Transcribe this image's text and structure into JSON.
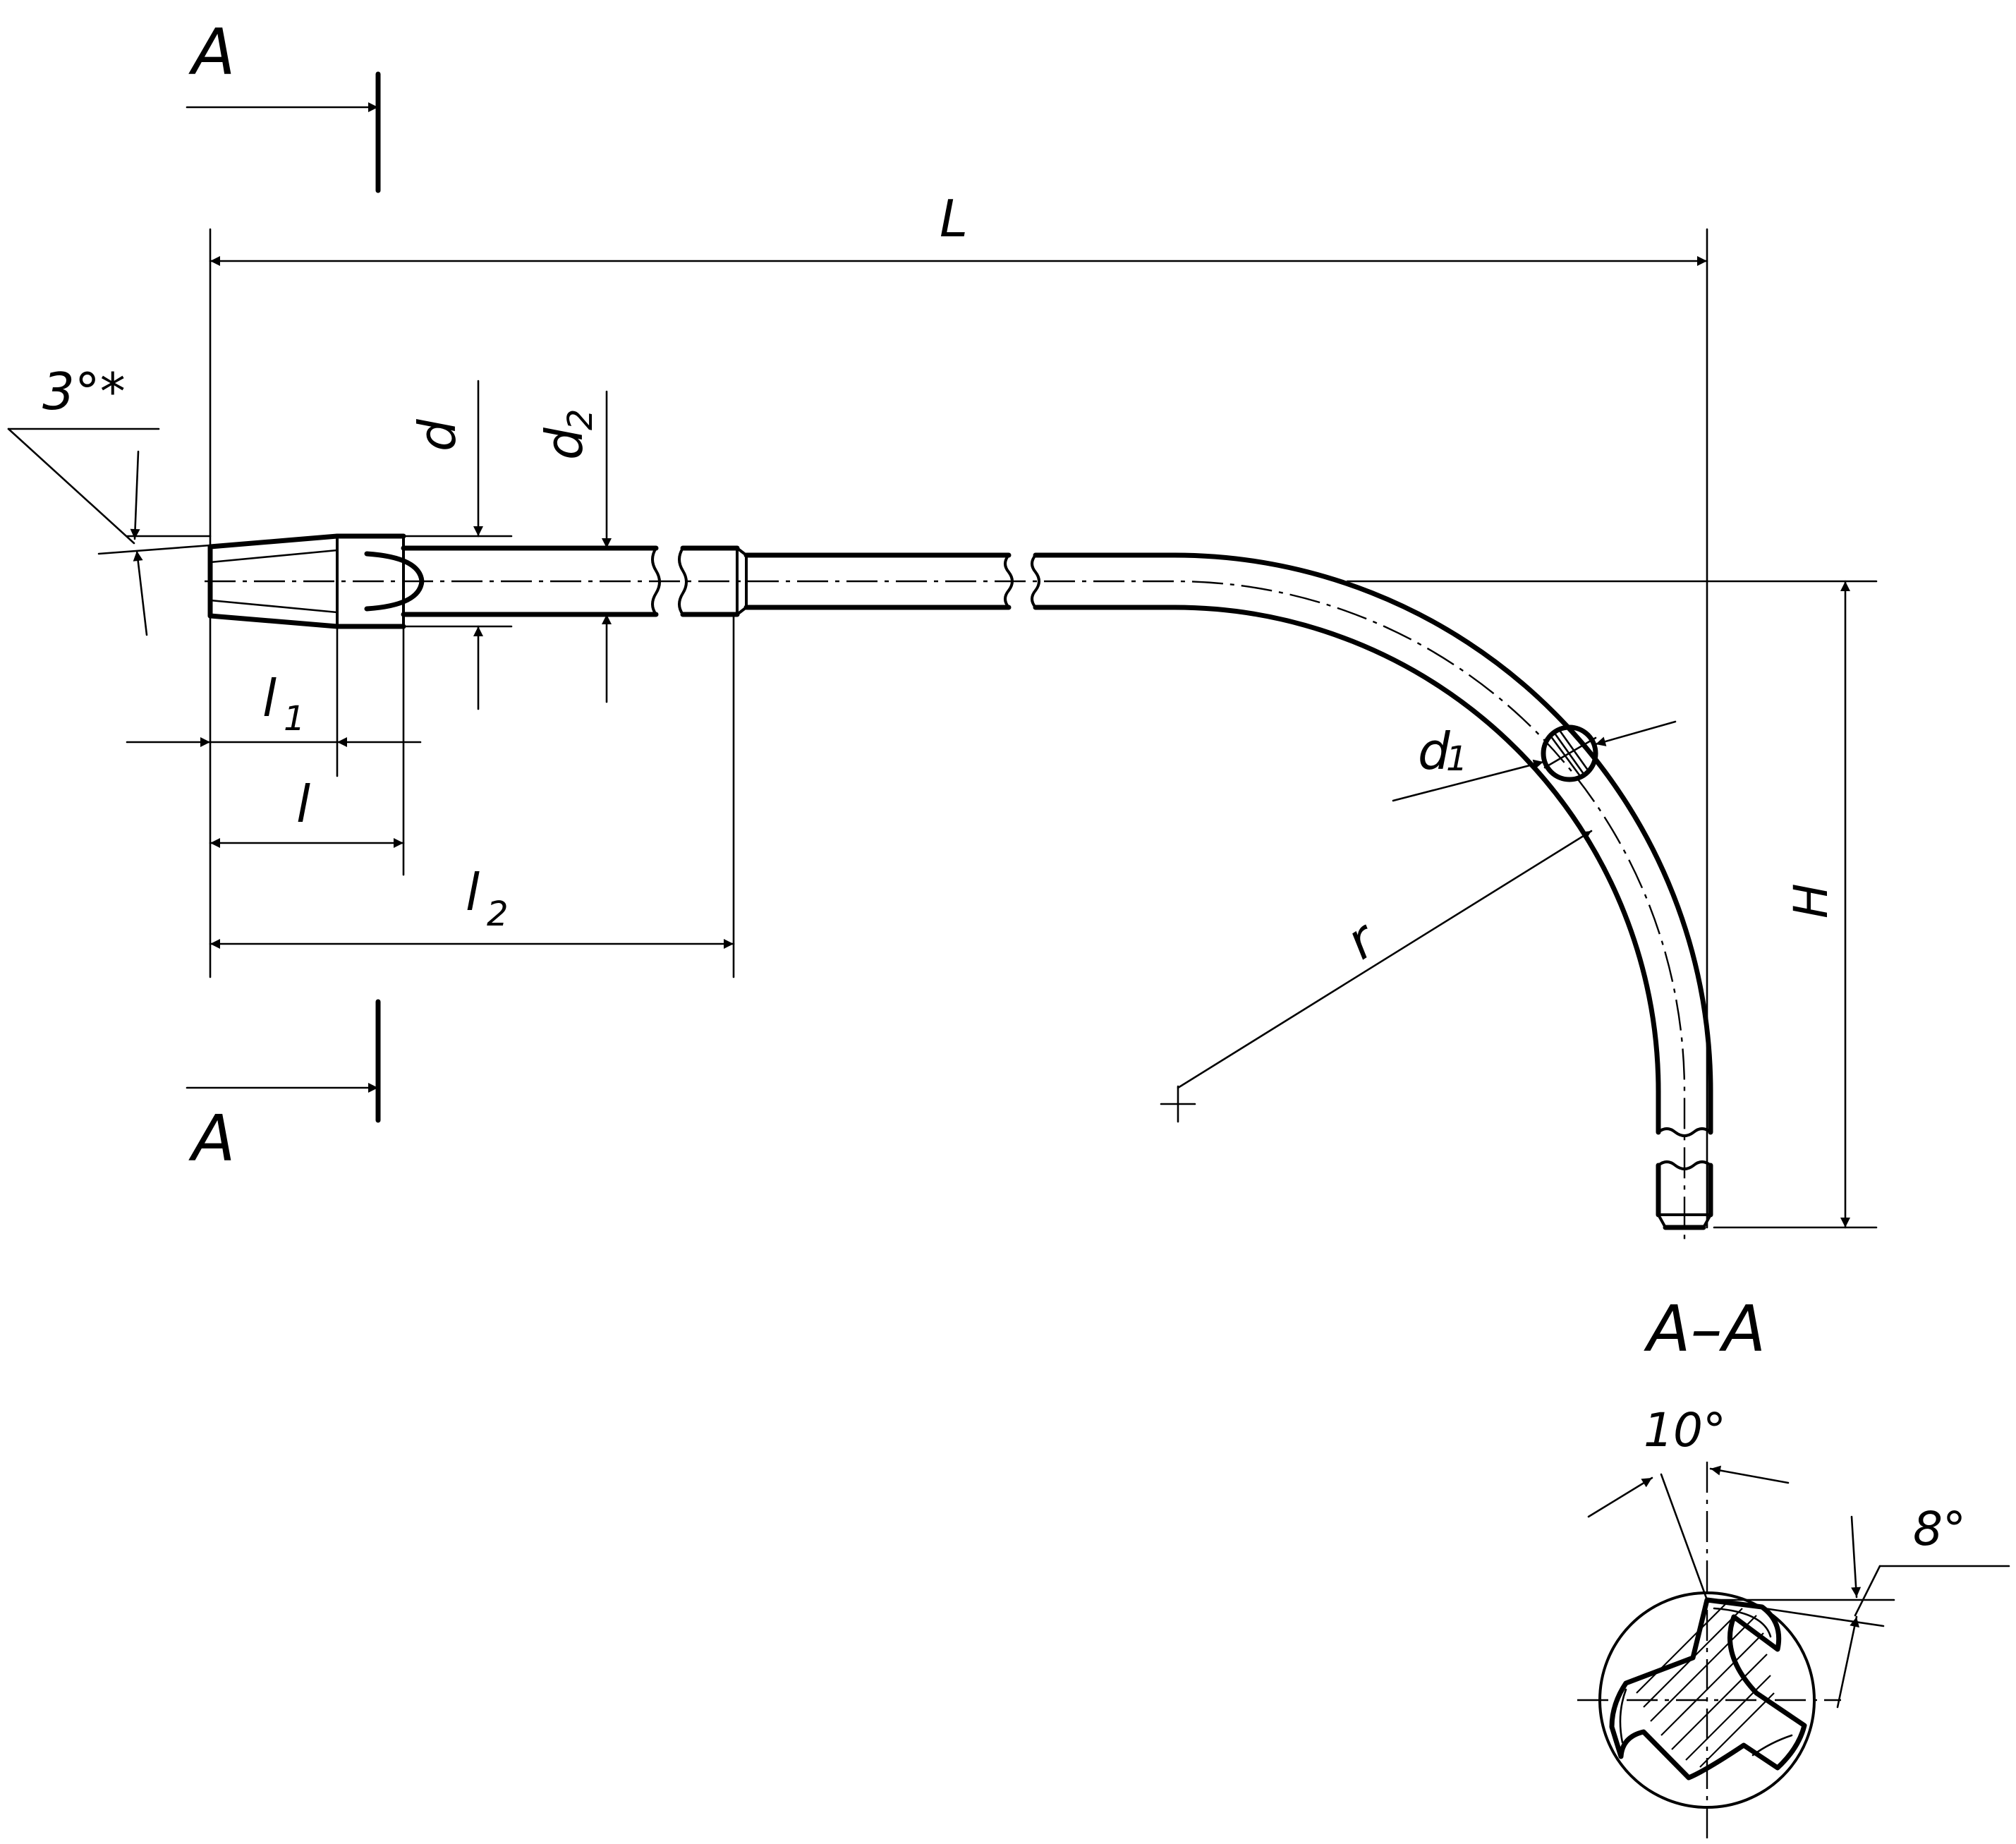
{
  "labels": {
    "section_mark_top": "A",
    "section_mark_bottom": "A",
    "dim_L": "L",
    "dim_angle_taper": "3°*",
    "dim_d": "d",
    "dim_d2_main": "d",
    "dim_d2_sub": "2",
    "dim_l1_main": "l",
    "dim_l1_sub": "1",
    "dim_l": "l",
    "dim_l2_main": "l",
    "dim_l2_sub": "2",
    "dim_d1_main": "d",
    "dim_d1_sub": "1",
    "dim_r": "r",
    "dim_H": "H",
    "section_title": "A–A",
    "angle_10": "10°",
    "angle_8": "8°"
  }
}
